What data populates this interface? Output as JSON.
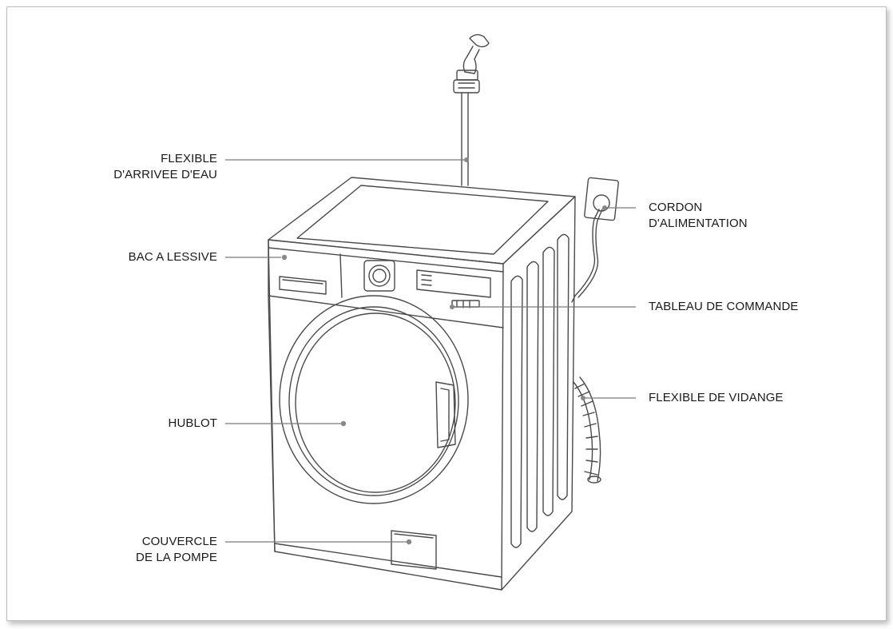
{
  "labels": {
    "inlet_hose": [
      "FLEXIBLE",
      "D'ARRIVEE D'EAU"
    ],
    "detergent_drawer": "BAC A LESSIVE",
    "door": "HUBLOT",
    "pump_cover": [
      "COUVERCLE",
      "DE LA POMPE"
    ],
    "power_cord": [
      "CORDON",
      "D'ALIMENTATION"
    ],
    "control_panel": "TABLEAU DE COMMANDE",
    "drain_hose": "FLEXIBLE DE VIDANGE"
  },
  "colors": {
    "line": "#4a4a4a",
    "leader": "#7a7a7a",
    "dot": "#888888"
  }
}
